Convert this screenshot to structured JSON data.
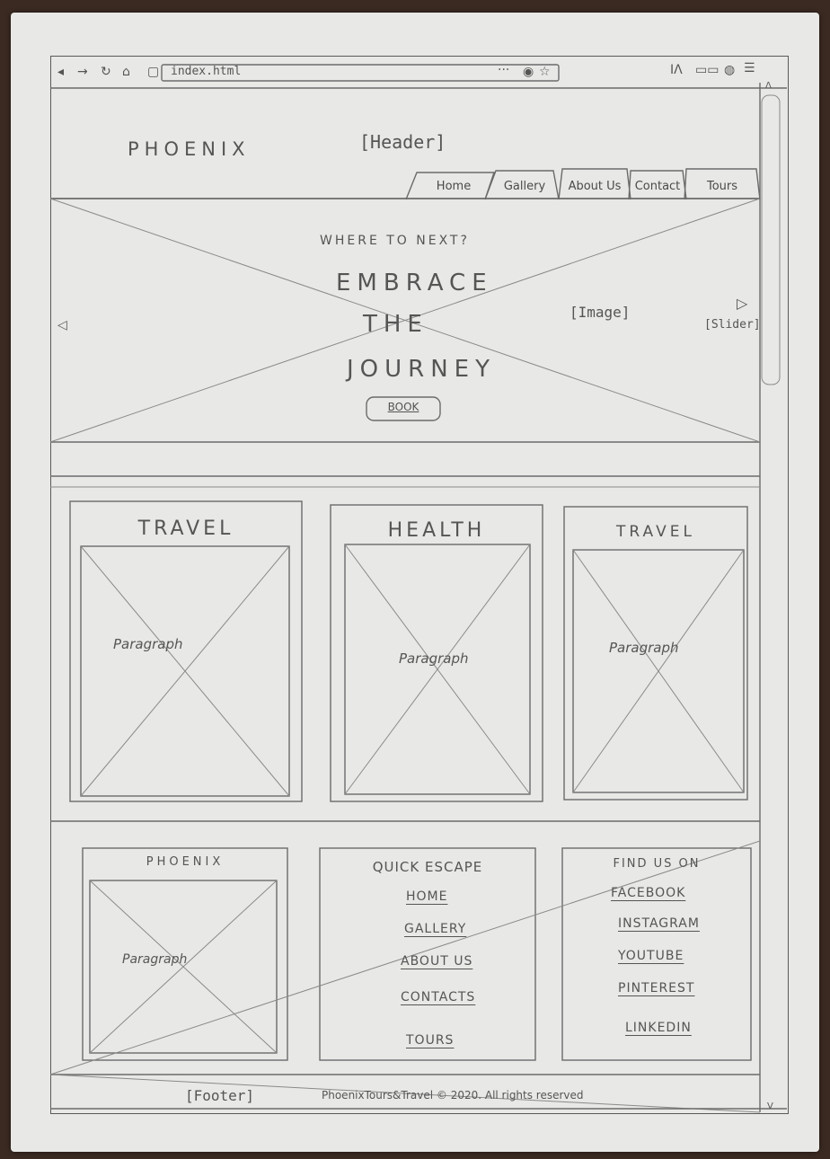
{
  "browser": {
    "url": "index.html",
    "toolbar_icons": [
      "back-icon",
      "forward-icon",
      "reload-icon",
      "home-icon",
      "lock-icon"
    ],
    "right_icons": [
      "library-icon",
      "sidebar-icon",
      "account-icon",
      "menu-icon"
    ],
    "scroll_up": "Λ",
    "scroll_down": "V"
  },
  "header": {
    "logo": "PHOENIX",
    "annotation": "[Header]",
    "tabs": [
      {
        "label": "Home"
      },
      {
        "label": "Gallery"
      },
      {
        "label": "About Us"
      },
      {
        "label": "Contact"
      },
      {
        "label": "Tours"
      }
    ]
  },
  "hero": {
    "kicker": "WHERE TO NEXT?",
    "line1": "EMBRACE",
    "line2": "THE",
    "line3": "JOURNEY",
    "button": "BOOK",
    "image_annotation": "[Image]",
    "slider_annotation": "[Slider]",
    "prev_arrow": "◁",
    "next_arrow": "▷"
  },
  "cards": [
    {
      "title": "TRAVEL",
      "paragraph": "Paragraph"
    },
    {
      "title": "HEALTH",
      "paragraph": "Paragraph"
    },
    {
      "title": "TRAVEL",
      "paragraph": "Paragraph"
    }
  ],
  "footer_columns": {
    "about": {
      "title": "PHOENIX",
      "paragraph": "Paragraph"
    },
    "quick": {
      "title": "QUICK ESCAPE",
      "links": [
        "HOME",
        "GALLERY",
        "ABOUT US",
        "CONTACTS",
        "TOURS"
      ]
    },
    "social": {
      "title": "FIND US ON",
      "links": [
        "FACEBOOK",
        "INSTAGRAM",
        "YOUTUBE",
        "PINTEREST",
        "LINKEDIN"
      ]
    }
  },
  "footer": {
    "annotation": "[Footer]",
    "copyright": "PhoenixTours&Travel © 2020. All rights reserved"
  }
}
